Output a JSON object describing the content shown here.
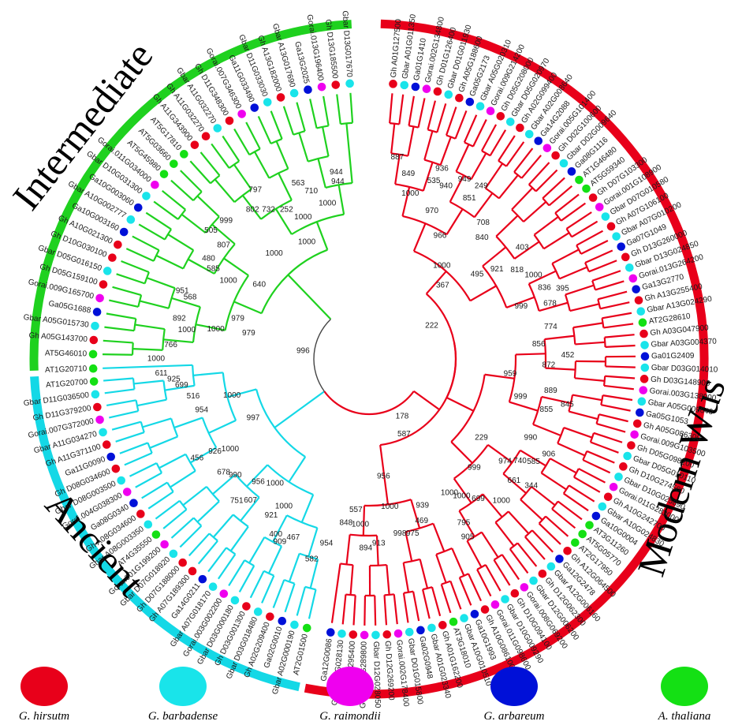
{
  "colors": {
    "modern": "#e8001a",
    "intermediate": "#1fd11f",
    "ancient": "#14d8e6",
    "root": "#444444",
    "hirsutum": "#e8001a",
    "barbadense": "#19e4ea",
    "raimondii": "#ef00ef",
    "arboreum": "#0010d8",
    "thaliana": "#14e014"
  },
  "clades": {
    "modern": "Modern Wus",
    "intermediate": "Intermediate",
    "ancient": "Ancient"
  },
  "legend": [
    {
      "label": "G. hirsutm",
      "color": "#e8001a"
    },
    {
      "label": "G. barbadense",
      "color": "#19e4ea"
    },
    {
      "label": "G. raimondii",
      "color": "#ef00ef"
    },
    {
      "label": "G. arbareum",
      "color": "#0010d8"
    },
    {
      "label": "A. thaliana",
      "color": "#14e014"
    }
  ],
  "tree": {
    "root_support": "996",
    "modern_leaves": [
      {
        "label": "Gh A01G127500",
        "sp": "hirsutum"
      },
      {
        "label": "Gbar A01G011350",
        "sp": "barbadense"
      },
      {
        "label": "Ga01G1410",
        "sp": "arboreum"
      },
      {
        "label": "Gorai.002G134800",
        "sp": "raimondii"
      },
      {
        "label": "Gh D01G126400",
        "sp": "hirsutum"
      },
      {
        "label": "Gbar D01G011930",
        "sp": "barbadense"
      },
      {
        "label": "Gh A05G188600",
        "sp": "hirsutum"
      },
      {
        "label": "Ga05G2173",
        "sp": "arboreum"
      },
      {
        "label": "Gbar A05G020310",
        "sp": "barbadense"
      },
      {
        "label": "Gorai.009G214200",
        "sp": "raimondii"
      },
      {
        "label": "Gh D05G208000",
        "sp": "hirsutum"
      },
      {
        "label": "Gbar D05G020970",
        "sp": "barbadense"
      },
      {
        "label": "Gh A02G099400",
        "sp": "hirsutum"
      },
      {
        "label": "Gbar A02G008640",
        "sp": "barbadense"
      },
      {
        "label": "Ga14G2088",
        "sp": "arboreum"
      },
      {
        "label": "Gorai.005G101400",
        "sp": "raimondii"
      },
      {
        "label": "Gh D02G100600",
        "sp": "hirsutum"
      },
      {
        "label": "Gbar D02G009640",
        "sp": "barbadense"
      },
      {
        "label": "Ga08G1116",
        "sp": "arboreum"
      },
      {
        "label": "AT1G46480",
        "sp": "thaliana"
      },
      {
        "label": "AT5G59340",
        "sp": "thaliana"
      },
      {
        "label": "Gh D07G103300",
        "sp": "hirsutum"
      },
      {
        "label": "Gorai.001G108900",
        "sp": "raimondii"
      },
      {
        "label": "Gbar D07G010580",
        "sp": "barbadense"
      },
      {
        "label": "Gh A07G106100",
        "sp": "hirsutum"
      },
      {
        "label": "Gbar A07G010200",
        "sp": "barbadense"
      },
      {
        "label": "Ga07G1049",
        "sp": "arboreum"
      },
      {
        "label": "Gh D13G260000",
        "sp": "hirsutum"
      },
      {
        "label": "Gbar D13G024850",
        "sp": "barbadense"
      },
      {
        "label": "Gorai.013G264200",
        "sp": "raimondii"
      },
      {
        "label": "Ga13G2770",
        "sp": "arboreum"
      },
      {
        "label": "Gh A13G255400",
        "sp": "hirsutum"
      },
      {
        "label": "Gbar A13G024290",
        "sp": "barbadense"
      },
      {
        "label": "AT2G28610",
        "sp": "thaliana"
      },
      {
        "label": "Gh A03G047900",
        "sp": "hirsutum"
      },
      {
        "label": "Gbar A03G004370",
        "sp": "barbadense"
      },
      {
        "label": "Ga01G2409",
        "sp": "arboreum"
      },
      {
        "label": "Gbar D03G014010",
        "sp": "barbadense"
      },
      {
        "label": "Gh D03G148900",
        "sp": "hirsutum"
      },
      {
        "label": "Gorai.003G138900",
        "sp": "raimondii"
      },
      {
        "label": "Gbar A05G009640",
        "sp": "barbadense"
      },
      {
        "label": "Ga05G1053",
        "sp": "arboreum"
      },
      {
        "label": "Gh A05G086300",
        "sp": "hirsutum"
      },
      {
        "label": "Gorai.009G103500",
        "sp": "raimondii"
      },
      {
        "label": "Gh D05G098200",
        "sp": "hirsutum"
      },
      {
        "label": "Gbar D05G010110",
        "sp": "barbadense"
      },
      {
        "label": "Gh D10G274500",
        "sp": "hirsutum"
      },
      {
        "label": "Gbar D10G025890",
        "sp": "barbadense"
      },
      {
        "label": "Gorai.011G283000",
        "sp": "raimondii"
      },
      {
        "label": "Gh A10G242700",
        "sp": "hirsutum"
      },
      {
        "label": "Gbar A10G024830",
        "sp": "barbadense"
      },
      {
        "label": "Ga10G0004",
        "sp": "arboreum"
      },
      {
        "label": "AT3G11260",
        "sp": "thaliana"
      },
      {
        "label": "AT5G05770",
        "sp": "thaliana"
      },
      {
        "label": "AT2G17950",
        "sp": "thaliana"
      },
      {
        "label": "Gh A12G064500",
        "sp": "hirsutum"
      },
      {
        "label": "Ga12G2478",
        "sp": "arboreum"
      },
      {
        "label": "Gbar A12G006160",
        "sp": "barbadense"
      },
      {
        "label": "Gh D12G062300",
        "sp": "hirsutum"
      },
      {
        "label": "Gbar D12G006200",
        "sp": "barbadense"
      },
      {
        "label": "Gorai.008G069200",
        "sp": "raimondii"
      },
      {
        "label": "Gh D10G094100",
        "sp": "hirsutum"
      },
      {
        "label": "Gbar D10G009290",
        "sp": "barbadense"
      },
      {
        "label": "Gorai.011G098600",
        "sp": "raimondii"
      },
      {
        "label": "Gh A10G086100",
        "sp": "hirsutum"
      },
      {
        "label": "Ga10G1993",
        "sp": "arboreum"
      },
      {
        "label": "Gbar A10G010510",
        "sp": "barbadense"
      },
      {
        "label": "AT3G18010",
        "sp": "thaliana"
      },
      {
        "label": "Gh A01G162200",
        "sp": "hirsutum"
      },
      {
        "label": "Gbar A01G023340",
        "sp": "barbadense"
      },
      {
        "label": "Ga02G0948",
        "sp": "arboreum"
      },
      {
        "label": "Gbar D01G015800",
        "sp": "barbadense"
      },
      {
        "label": "Gorai.002G178400",
        "sp": "raimondii"
      },
      {
        "label": "Gh D12G269200",
        "sp": "hirsutum"
      },
      {
        "label": "Gbar D12G028050",
        "sp": "barbadense"
      },
      {
        "label": "Gorai.008G289800",
        "sp": "raimondii"
      },
      {
        "label": "Gh A12G295400",
        "sp": "hirsutum"
      },
      {
        "label": "Gbar A12G028130",
        "sp": "barbadense"
      },
      {
        "label": "Ga12G0086",
        "sp": "arboreum"
      }
    ],
    "ancient_leaves": [
      {
        "label": "AT2G01500",
        "sp": "thaliana"
      },
      {
        "label": "Gbar A02G000190",
        "sp": "barbadense"
      },
      {
        "label": "Ga02G0010",
        "sp": "arboreum"
      },
      {
        "label": "Gh A02G209400",
        "sp": "hirsutum"
      },
      {
        "label": "Gbar D03G018480",
        "sp": "barbadense"
      },
      {
        "label": "Gh D03G001300",
        "sp": "hirsutum"
      },
      {
        "label": "Gbar D03G000180",
        "sp": "barbadense"
      },
      {
        "label": "Gorai.003G002200",
        "sp": "raimondii"
      },
      {
        "label": "Gbar A07G018170",
        "sp": "barbadense"
      },
      {
        "label": "Ga14G0211",
        "sp": "arboreum"
      },
      {
        "label": "Gh A07G189300",
        "sp": "hirsutum"
      },
      {
        "label": "Gh D07G188000",
        "sp": "hirsutum"
      },
      {
        "label": "Gbar D07G018920",
        "sp": "barbadense"
      },
      {
        "label": "Gorai.001G199200",
        "sp": "raimondii"
      },
      {
        "label": "AT4G35550",
        "sp": "thaliana"
      },
      {
        "label": "Gbar A08G003350",
        "sp": "barbadense"
      },
      {
        "label": "Gh A08G034600",
        "sp": "hirsutum"
      },
      {
        "label": "Ga08G0340",
        "sp": "arboreum"
      },
      {
        "label": "Gorai.004G038300",
        "sp": "raimondii"
      },
      {
        "label": "Gbar D08G003500",
        "sp": "barbadense"
      },
      {
        "label": "Gh D08G034600",
        "sp": "hirsutum"
      },
      {
        "label": "Ga11G0090",
        "sp": "arboreum"
      },
      {
        "label": "Gh A11G371100",
        "sp": "hirsutum"
      },
      {
        "label": "Gbar A11G034270",
        "sp": "barbadense"
      },
      {
        "label": "Gorai.007G372000",
        "sp": "raimondii"
      },
      {
        "label": "Gh D11G379200",
        "sp": "hirsutum"
      },
      {
        "label": "Gbar D11G036500",
        "sp": "barbadense"
      },
      {
        "label": "AT1G20700",
        "sp": "thaliana"
      },
      {
        "label": "AT1G20710",
        "sp": "thaliana"
      }
    ],
    "intermediate_leaves": [
      {
        "label": "AT5G46010",
        "sp": "thaliana"
      },
      {
        "label": "Gh A05G143700",
        "sp": "hirsutum"
      },
      {
        "label": "Gbar A05G015730",
        "sp": "barbadense"
      },
      {
        "label": "Ga05G1688",
        "sp": "arboreum"
      },
      {
        "label": "Gorai.009G165700",
        "sp": "raimondii"
      },
      {
        "label": "Gh D05G159100",
        "sp": "hirsutum"
      },
      {
        "label": "Gbar D05G016150",
        "sp": "barbadense"
      },
      {
        "label": "Gh D10G030100",
        "sp": "hirsutum"
      },
      {
        "label": "Gh A10G021300",
        "sp": "hirsutum"
      },
      {
        "label": "Ga10G003160",
        "sp": "arboreum"
      },
      {
        "label": "Gbar A10G002777",
        "sp": "barbadense"
      },
      {
        "label": "Ga10G003060",
        "sp": "arboreum"
      },
      {
        "label": "Gbar D10G031300",
        "sp": "barbadense"
      },
      {
        "label": "Gorai.011G034000",
        "sp": "raimondii"
      },
      {
        "label": "AT5G45980",
        "sp": "thaliana"
      },
      {
        "label": "AT5G03660",
        "sp": "thaliana"
      },
      {
        "label": "AT5G17810",
        "sp": "thaliana"
      },
      {
        "label": "Gh A11G343900",
        "sp": "hirsutum"
      },
      {
        "label": "Gh A11G032270",
        "sp": "hirsutum"
      },
      {
        "label": "Gbar A11G032270",
        "sp": "barbadense"
      },
      {
        "label": "Gh D11G348300",
        "sp": "hirsutum"
      },
      {
        "label": "Gorai.007G346300",
        "sp": "raimondii"
      },
      {
        "label": "Ga11G033490",
        "sp": "arboreum"
      },
      {
        "label": "Gbar D11G033030",
        "sp": "barbadense"
      },
      {
        "label": "Gh A13G182000",
        "sp": "hirsutum"
      },
      {
        "label": "Gbar A13G017690",
        "sp": "barbadense"
      },
      {
        "label": "Ga13G2025",
        "sp": "arboreum"
      },
      {
        "label": "Gorai.013G196400",
        "sp": "raimondii"
      },
      {
        "label": "Gh D13G185500",
        "sp": "hirsutum"
      },
      {
        "label": "Gbar D13G017670",
        "sp": "barbadense"
      }
    ],
    "support_values": [
      {
        "v": "887",
        "r": 0.86,
        "a": 8
      },
      {
        "v": "849",
        "r": 0.8,
        "a": 12
      },
      {
        "v": "1000",
        "r": 0.72,
        "a": 14
      },
      {
        "v": "936",
        "r": 0.86,
        "a": 21
      },
      {
        "v": "535",
        "r": 0.8,
        "a": 20
      },
      {
        "v": "949",
        "r": 0.86,
        "a": 28
      },
      {
        "v": "940",
        "r": 0.8,
        "a": 24
      },
      {
        "v": "249",
        "r": 0.87,
        "a": 33
      },
      {
        "v": "851",
        "r": 0.8,
        "a": 32
      },
      {
        "v": "970",
        "r": 0.68,
        "a": 23
      },
      {
        "v": "966",
        "r": 0.6,
        "a": 30
      },
      {
        "v": "708",
        "r": 0.75,
        "a": 40
      },
      {
        "v": "840",
        "r": 0.7,
        "a": 43
      },
      {
        "v": "1000",
        "r": 0.5,
        "a": 38
      },
      {
        "v": "367",
        "r": 0.44,
        "a": 45
      },
      {
        "v": "495",
        "r": 0.58,
        "a": 52
      },
      {
        "v": "921",
        "r": 0.66,
        "a": 55
      },
      {
        "v": "403",
        "r": 0.8,
        "a": 54
      },
      {
        "v": "818",
        "r": 0.73,
        "a": 59
      },
      {
        "v": "1000",
        "r": 0.78,
        "a": 63
      },
      {
        "v": "836",
        "r": 0.8,
        "a": 68
      },
      {
        "v": "395",
        "r": 0.87,
        "a": 70
      },
      {
        "v": "678",
        "r": 0.8,
        "a": 73
      },
      {
        "v": "999",
        "r": 0.68,
        "a": 71
      },
      {
        "v": "774",
        "r": 0.78,
        "a": 80
      },
      {
        "v": "222",
        "r": 0.3,
        "a": 62
      },
      {
        "v": "856",
        "r": 0.72,
        "a": 85
      },
      {
        "v": "452",
        "r": 0.84,
        "a": 89
      },
      {
        "v": "872",
        "r": 0.76,
        "a": 92
      },
      {
        "v": "959",
        "r": 0.6,
        "a": 96
      },
      {
        "v": "889",
        "r": 0.78,
        "a": 100
      },
      {
        "v": "845",
        "r": 0.86,
        "a": 103
      },
      {
        "v": "999",
        "r": 0.66,
        "a": 104
      },
      {
        "v": "855",
        "r": 0.78,
        "a": 106
      },
      {
        "v": "990",
        "r": 0.76,
        "a": 116
      },
      {
        "v": "178",
        "r": 0.28,
        "a": 150
      },
      {
        "v": "906",
        "r": 0.86,
        "a": 118
      },
      {
        "v": "585",
        "r": 0.82,
        "a": 122
      },
      {
        "v": "740",
        "r": 0.77,
        "a": 124
      },
      {
        "v": "974",
        "r": 0.72,
        "a": 127
      },
      {
        "v": "344",
        "r": 0.87,
        "a": 128
      },
      {
        "v": "661",
        "r": 0.8,
        "a": 130
      },
      {
        "v": "229",
        "r": 0.58,
        "a": 125
      },
      {
        "v": "999",
        "r": 0.64,
        "a": 136
      },
      {
        "v": "1000",
        "r": 0.82,
        "a": 137
      },
      {
        "v": "699",
        "r": 0.75,
        "a": 142
      },
      {
        "v": "1000",
        "r": 0.7,
        "a": 146
      },
      {
        "v": "1000",
        "r": 0.66,
        "a": 149
      },
      {
        "v": "795",
        "r": 0.8,
        "a": 150
      },
      {
        "v": "905",
        "r": 0.86,
        "a": 151
      },
      {
        "v": "587",
        "r": 0.35,
        "a": 155
      },
      {
        "v": "939",
        "r": 0.66,
        "a": 160
      },
      {
        "v": "469",
        "r": 0.72,
        "a": 162
      },
      {
        "v": "975",
        "r": 0.76,
        "a": 166
      },
      {
        "v": "998",
        "r": 0.75,
        "a": 170
      },
      {
        "v": "1000",
        "r": 0.63,
        "a": 172
      },
      {
        "v": "956",
        "r": 0.5,
        "a": 173
      },
      {
        "v": "913",
        "r": 0.78,
        "a": 177
      },
      {
        "v": "894",
        "r": 0.8,
        "a": 181
      },
      {
        "v": "1000",
        "r": 0.7,
        "a": 183
      },
      {
        "v": "557",
        "r": 0.64,
        "a": 185
      },
      {
        "v": "848",
        "r": 0.7,
        "a": 188
      },
      {
        "v": "954",
        "r": 0.8,
        "a": 193
      },
      {
        "v": "582",
        "r": 0.88,
        "a": 196
      },
      {
        "v": "467",
        "r": 0.82,
        "a": 203
      },
      {
        "v": "1000",
        "r": 0.72,
        "a": 210
      },
      {
        "v": "1000",
        "r": 0.66,
        "a": 217
      },
      {
        "v": "956",
        "r": 0.7,
        "a": 222
      },
      {
        "v": "921",
        "r": 0.78,
        "a": 212
      },
      {
        "v": "400",
        "r": 0.84,
        "a": 208
      },
      {
        "v": "909",
        "r": 0.86,
        "a": 206
      },
      {
        "v": "607",
        "r": 0.78,
        "a": 220
      },
      {
        "v": "751",
        "r": 0.82,
        "a": 223
      },
      {
        "v": "990",
        "r": 0.75,
        "a": 229
      },
      {
        "v": "678",
        "r": 0.78,
        "a": 232
      },
      {
        "v": "1000",
        "r": 0.7,
        "a": 237
      },
      {
        "v": "926",
        "r": 0.76,
        "a": 239
      },
      {
        "v": "456",
        "r": 0.84,
        "a": 240
      },
      {
        "v": "997",
        "r": 0.55,
        "a": 243
      },
      {
        "v": "1000",
        "r": 0.6,
        "a": 255
      },
      {
        "v": "954",
        "r": 0.74,
        "a": 253
      },
      {
        "v": "516",
        "r": 0.76,
        "a": 258
      },
      {
        "v": "699",
        "r": 0.8,
        "a": 262
      },
      {
        "v": "925",
        "r": 0.83,
        "a": 264
      },
      {
        "v": "611",
        "r": 0.88,
        "a": 266
      },
      {
        "v": "1000",
        "r": 0.9,
        "a": 270
      },
      {
        "v": "766",
        "r": 0.84,
        "a": 274
      },
      {
        "v": "892",
        "r": 0.82,
        "a": 282
      },
      {
        "v": "1000",
        "r": 0.78,
        "a": 279
      },
      {
        "v": "1000",
        "r": 0.66,
        "a": 281
      },
      {
        "v": "568",
        "r": 0.8,
        "a": 289
      },
      {
        "v": "951",
        "r": 0.84,
        "a": 290
      },
      {
        "v": "979",
        "r": 0.58,
        "a": 287
      },
      {
        "v": "979",
        "r": 0.52,
        "a": 282
      },
      {
        "v": "1000",
        "r": 0.68,
        "a": 299
      },
      {
        "v": "585",
        "r": 0.76,
        "a": 300
      },
      {
        "v": "480",
        "r": 0.8,
        "a": 302
      },
      {
        "v": "640",
        "r": 0.56,
        "a": 304
      },
      {
        "v": "807",
        "r": 0.78,
        "a": 308
      },
      {
        "v": "505",
        "r": 0.86,
        "a": 309
      },
      {
        "v": "999",
        "r": 0.84,
        "a": 314
      },
      {
        "v": "1000",
        "r": 0.6,
        "a": 318
      },
      {
        "v": "802",
        "r": 0.8,
        "a": 322
      },
      {
        "v": "732",
        "r": 0.76,
        "a": 326
      },
      {
        "v": "252",
        "r": 0.72,
        "a": 331
      },
      {
        "v": "797",
        "r": 0.86,
        "a": 326
      },
      {
        "v": "1000",
        "r": 0.66,
        "a": 335
      },
      {
        "v": "1000",
        "r": 0.56,
        "a": 332
      },
      {
        "v": "563",
        "r": 0.8,
        "a": 338
      },
      {
        "v": "710",
        "r": 0.75,
        "a": 341
      },
      {
        "v": "1000",
        "r": 0.68,
        "a": 345
      },
      {
        "v": "944",
        "r": 0.8,
        "a": 350
      },
      {
        "v": "944",
        "r": 0.76,
        "a": 350
      }
    ]
  }
}
